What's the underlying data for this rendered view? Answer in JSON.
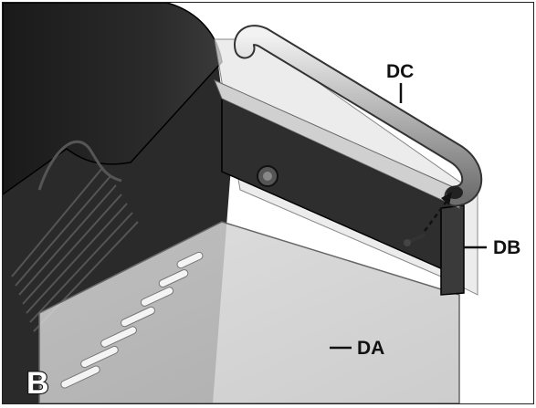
{
  "callouts": {
    "dc": "DC",
    "db": "DB",
    "da": "DA"
  },
  "panel_letter": "B"
}
